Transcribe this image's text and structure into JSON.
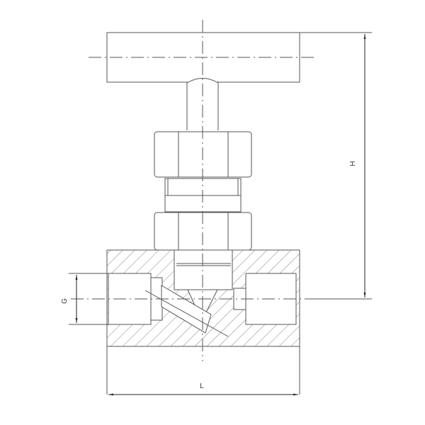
{
  "drawing": {
    "subject": "Needle valve technical drawing (front view, partial section)",
    "line_color": "#555555",
    "hatch_color": "#777777",
    "background": "#ffffff"
  },
  "dimensions": {
    "height_label": "H",
    "length_label": "L",
    "port_label": "G"
  }
}
